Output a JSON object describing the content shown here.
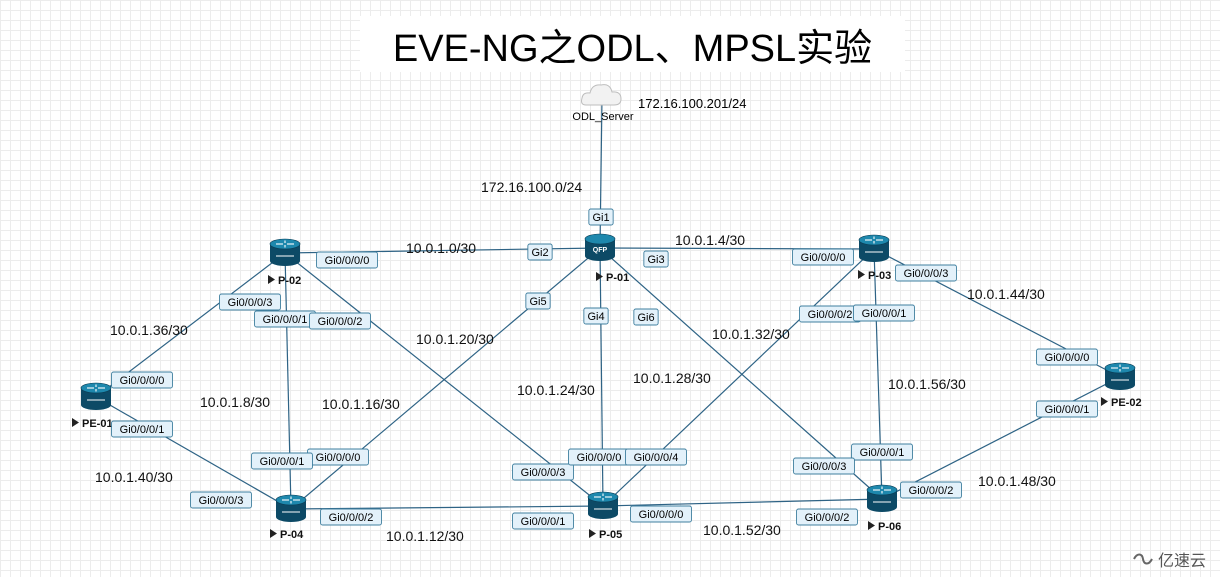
{
  "title": "EVE-NG之ODL、MPSL实验",
  "watermark": "亿速云",
  "colors": {
    "link": "#2e6385",
    "router_dark": "#0d4a66",
    "router_light": "#1e88ad",
    "label_fill": "#e3f1fa",
    "label_stroke": "#3f7f9f"
  },
  "server": {
    "name": "ODL_Server",
    "ip": "172.16.100.201/24",
    "icon": "cloud-icon"
  },
  "nodes": [
    {
      "id": "P-01",
      "label": "P-01",
      "icon": "qfp-router-icon"
    },
    {
      "id": "P-02",
      "label": "P-02",
      "icon": "router-icon"
    },
    {
      "id": "P-03",
      "label": "P-03",
      "icon": "router-icon"
    },
    {
      "id": "P-04",
      "label": "P-04",
      "icon": "router-icon"
    },
    {
      "id": "P-05",
      "label": "P-05",
      "icon": "router-icon"
    },
    {
      "id": "P-06",
      "label": "P-06",
      "icon": "router-icon"
    },
    {
      "id": "PE-01",
      "label": "PE-01",
      "icon": "router-icon"
    },
    {
      "id": "PE-02",
      "label": "PE-02",
      "icon": "router-icon"
    }
  ],
  "qfp_text": "QFP",
  "interfaces": [
    "Gi1",
    "Gi2",
    "Gi3",
    "Gi4",
    "Gi5",
    "Gi6",
    "Gi0/0/0/0",
    "Gi0/0/0/0",
    "Gi0/0/0/3",
    "Gi0/0/0/1",
    "Gi0/0/0/2",
    "Gi0/0/0/3",
    "Gi0/0/0/2",
    "Gi0/0/0/1",
    "Gi0/0/0/0",
    "Gi0/0/0/1",
    "Gi0/0/0/0",
    "Gi0/0/0/1",
    "Gi0/0/0/0",
    "Gi0/0/0/1",
    "Gi0/0/0/3",
    "Gi0/0/0/2",
    "Gi0/0/0/3",
    "Gi0/0/0/0",
    "Gi0/0/0/4",
    "Gi0/0/0/1",
    "Gi0/0/0/2",
    "Gi0/0/0/3",
    "Gi0/0/0/1",
    "Gi0/0/0/0",
    "Gi0/0/0/2"
  ],
  "subnets": [
    "172.16.100.0/24",
    "10.0.1.0/30",
    "10.0.1.4/30",
    "10.0.1.8/30",
    "10.0.1.12/30",
    "10.0.1.16/30",
    "10.0.1.20/30",
    "10.0.1.24/30",
    "10.0.1.28/30",
    "10.0.1.32/30",
    "10.0.1.36/30",
    "10.0.1.40/30",
    "10.0.1.44/30",
    "10.0.1.48/30",
    "10.0.1.52/30",
    "10.0.1.56/30"
  ]
}
